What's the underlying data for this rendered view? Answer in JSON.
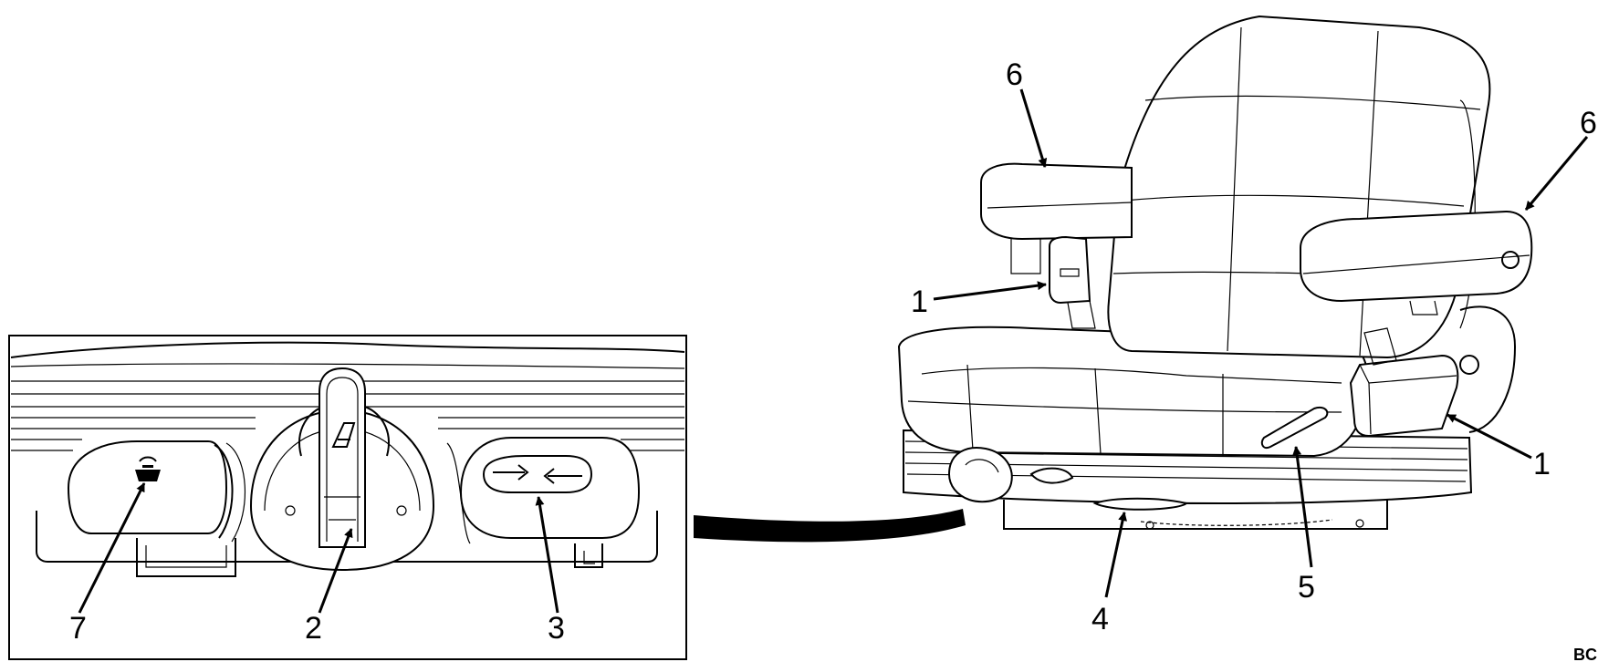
{
  "callouts": {
    "seat_belt_left": "1",
    "seat_belt_right": "1",
    "armrest_left": "6",
    "armrest_right": "6",
    "fore_aft_lever": "4",
    "lumbar_lever": "5",
    "inset_suspension_knob": "2",
    "inset_switch_right": "3",
    "inset_switch_left": "7"
  },
  "figure_code": "BC"
}
